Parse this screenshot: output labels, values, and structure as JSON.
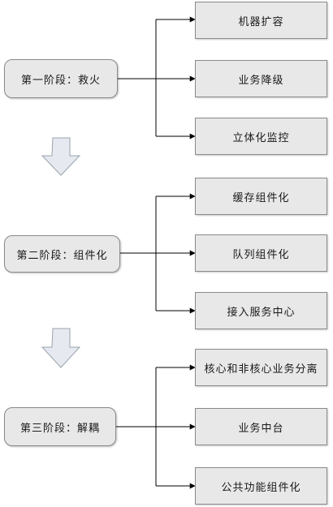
{
  "stages": [
    {
      "label": "第一阶段：救火",
      "items": [
        "机器扩容",
        "业务降级",
        "立体化监控"
      ]
    },
    {
      "label": "第二阶段：组件化",
      "items": [
        "缓存组件化",
        "队列组件化",
        "接入服务中心"
      ]
    },
    {
      "label": "第三阶段：解耦",
      "items": [
        "核心和非核心业务分离",
        "业务中台",
        "公共功能组件化"
      ]
    }
  ],
  "colors": {
    "box_fill": "#e8e8e8",
    "border": "#8a8a8a",
    "line": "#000000",
    "down_arrow": "#e6eaf0"
  }
}
